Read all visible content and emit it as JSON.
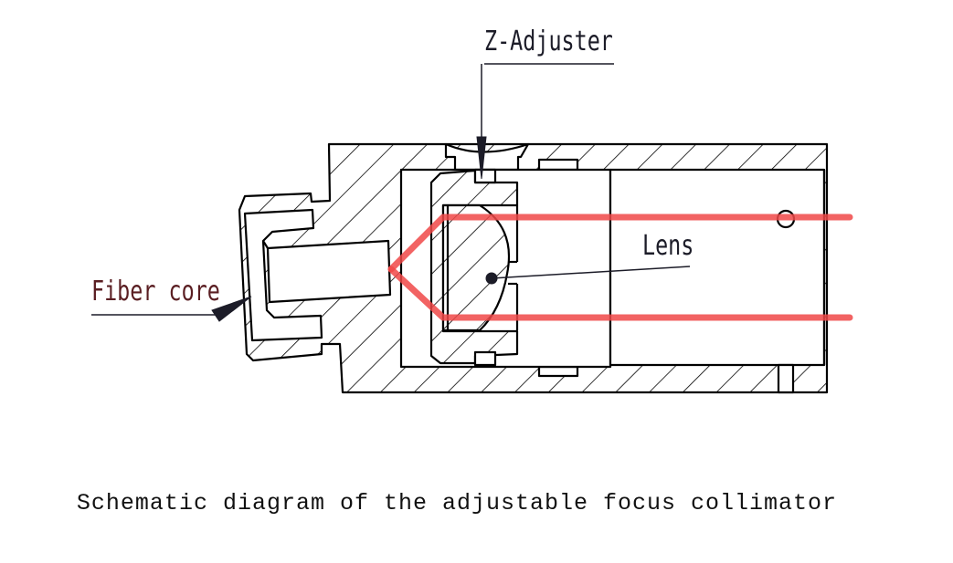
{
  "labels": {
    "z_adjuster": "Z-Adjuster",
    "fiber_core": "Fiber core",
    "lens": "Lens"
  },
  "caption": "Schematic diagram of the adjustable focus collimator",
  "colors": {
    "line": "#000000",
    "beam": "#f04848",
    "pointer": "#1c1c28"
  }
}
